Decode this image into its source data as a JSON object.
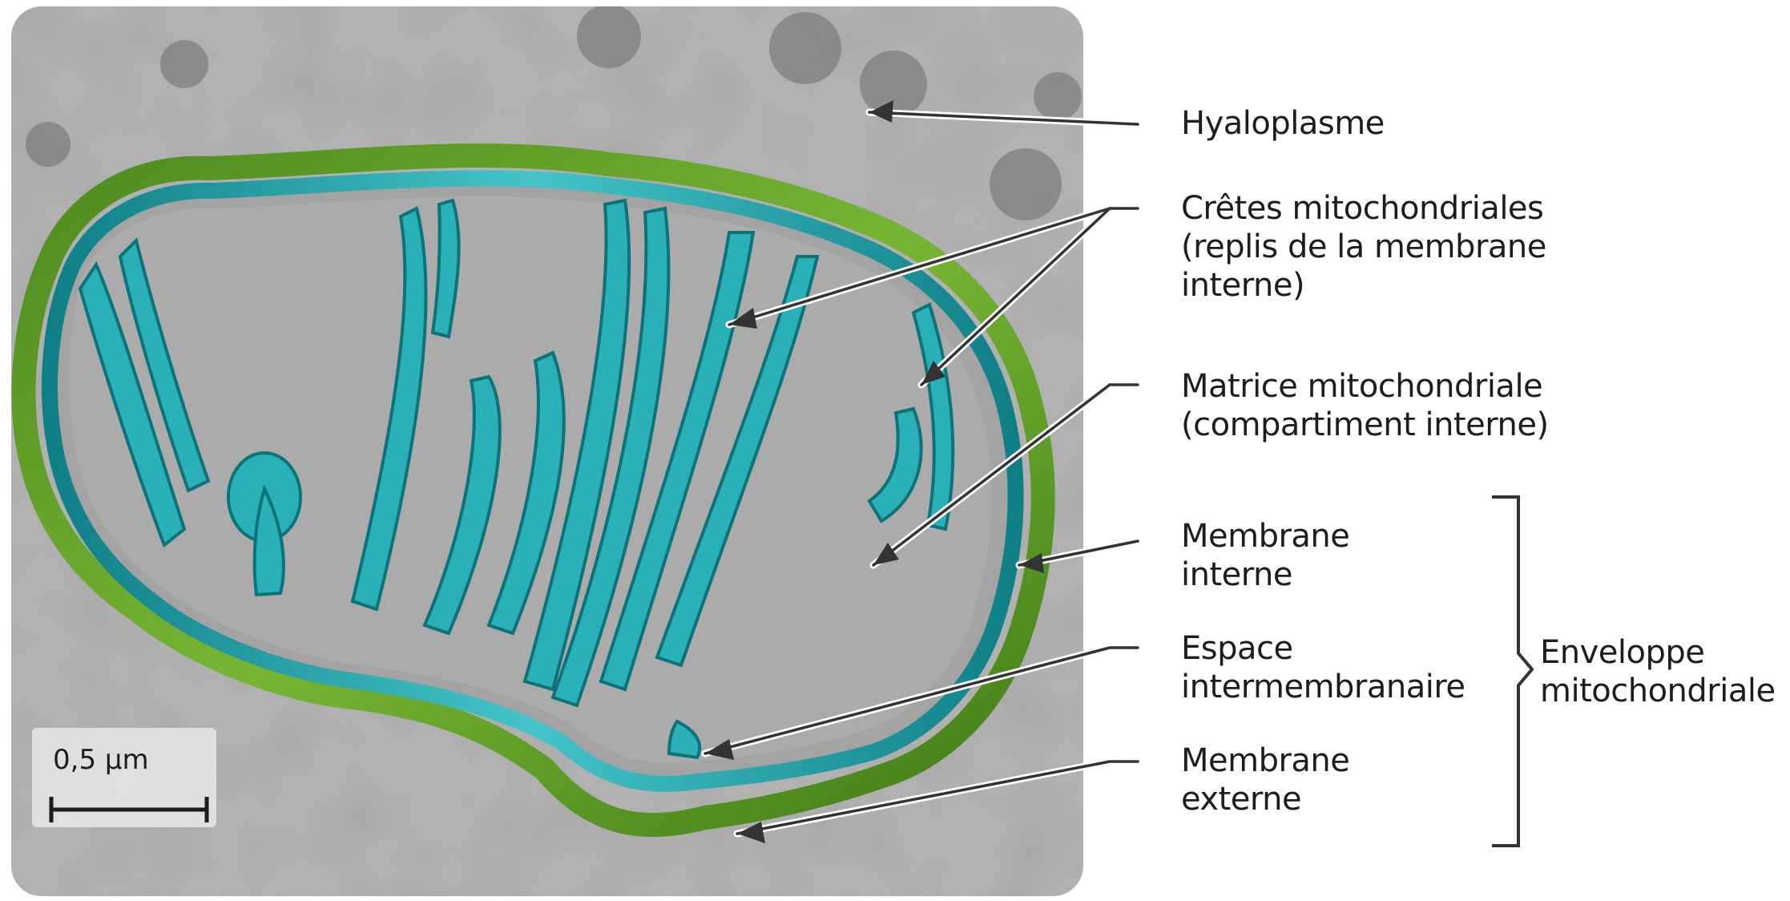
{
  "labels": {
    "hyaloplasme": "Hyaloplasme",
    "cretes": [
      "Crêtes mitochondriales",
      "(replis de la membrane",
      "interne)"
    ],
    "matrice": [
      "Matrice mitochondriale",
      "(compartiment interne)"
    ],
    "membrane_interne": [
      "Membrane",
      "interne"
    ],
    "espace": [
      "Espace",
      "intermembranaire"
    ],
    "membrane_externe": [
      "Membrane",
      "externe"
    ],
    "enveloppe": [
      "Enveloppe",
      "mitochondriale"
    ]
  },
  "scale_bar": "0,5 µm",
  "colors": {
    "background_micrograph": "#a9a9a9",
    "outer_membrane": "#6aa22e",
    "inner_membrane": "#1fa3ab",
    "label_text": "#1d1d1b",
    "leader_line": "#333333"
  }
}
